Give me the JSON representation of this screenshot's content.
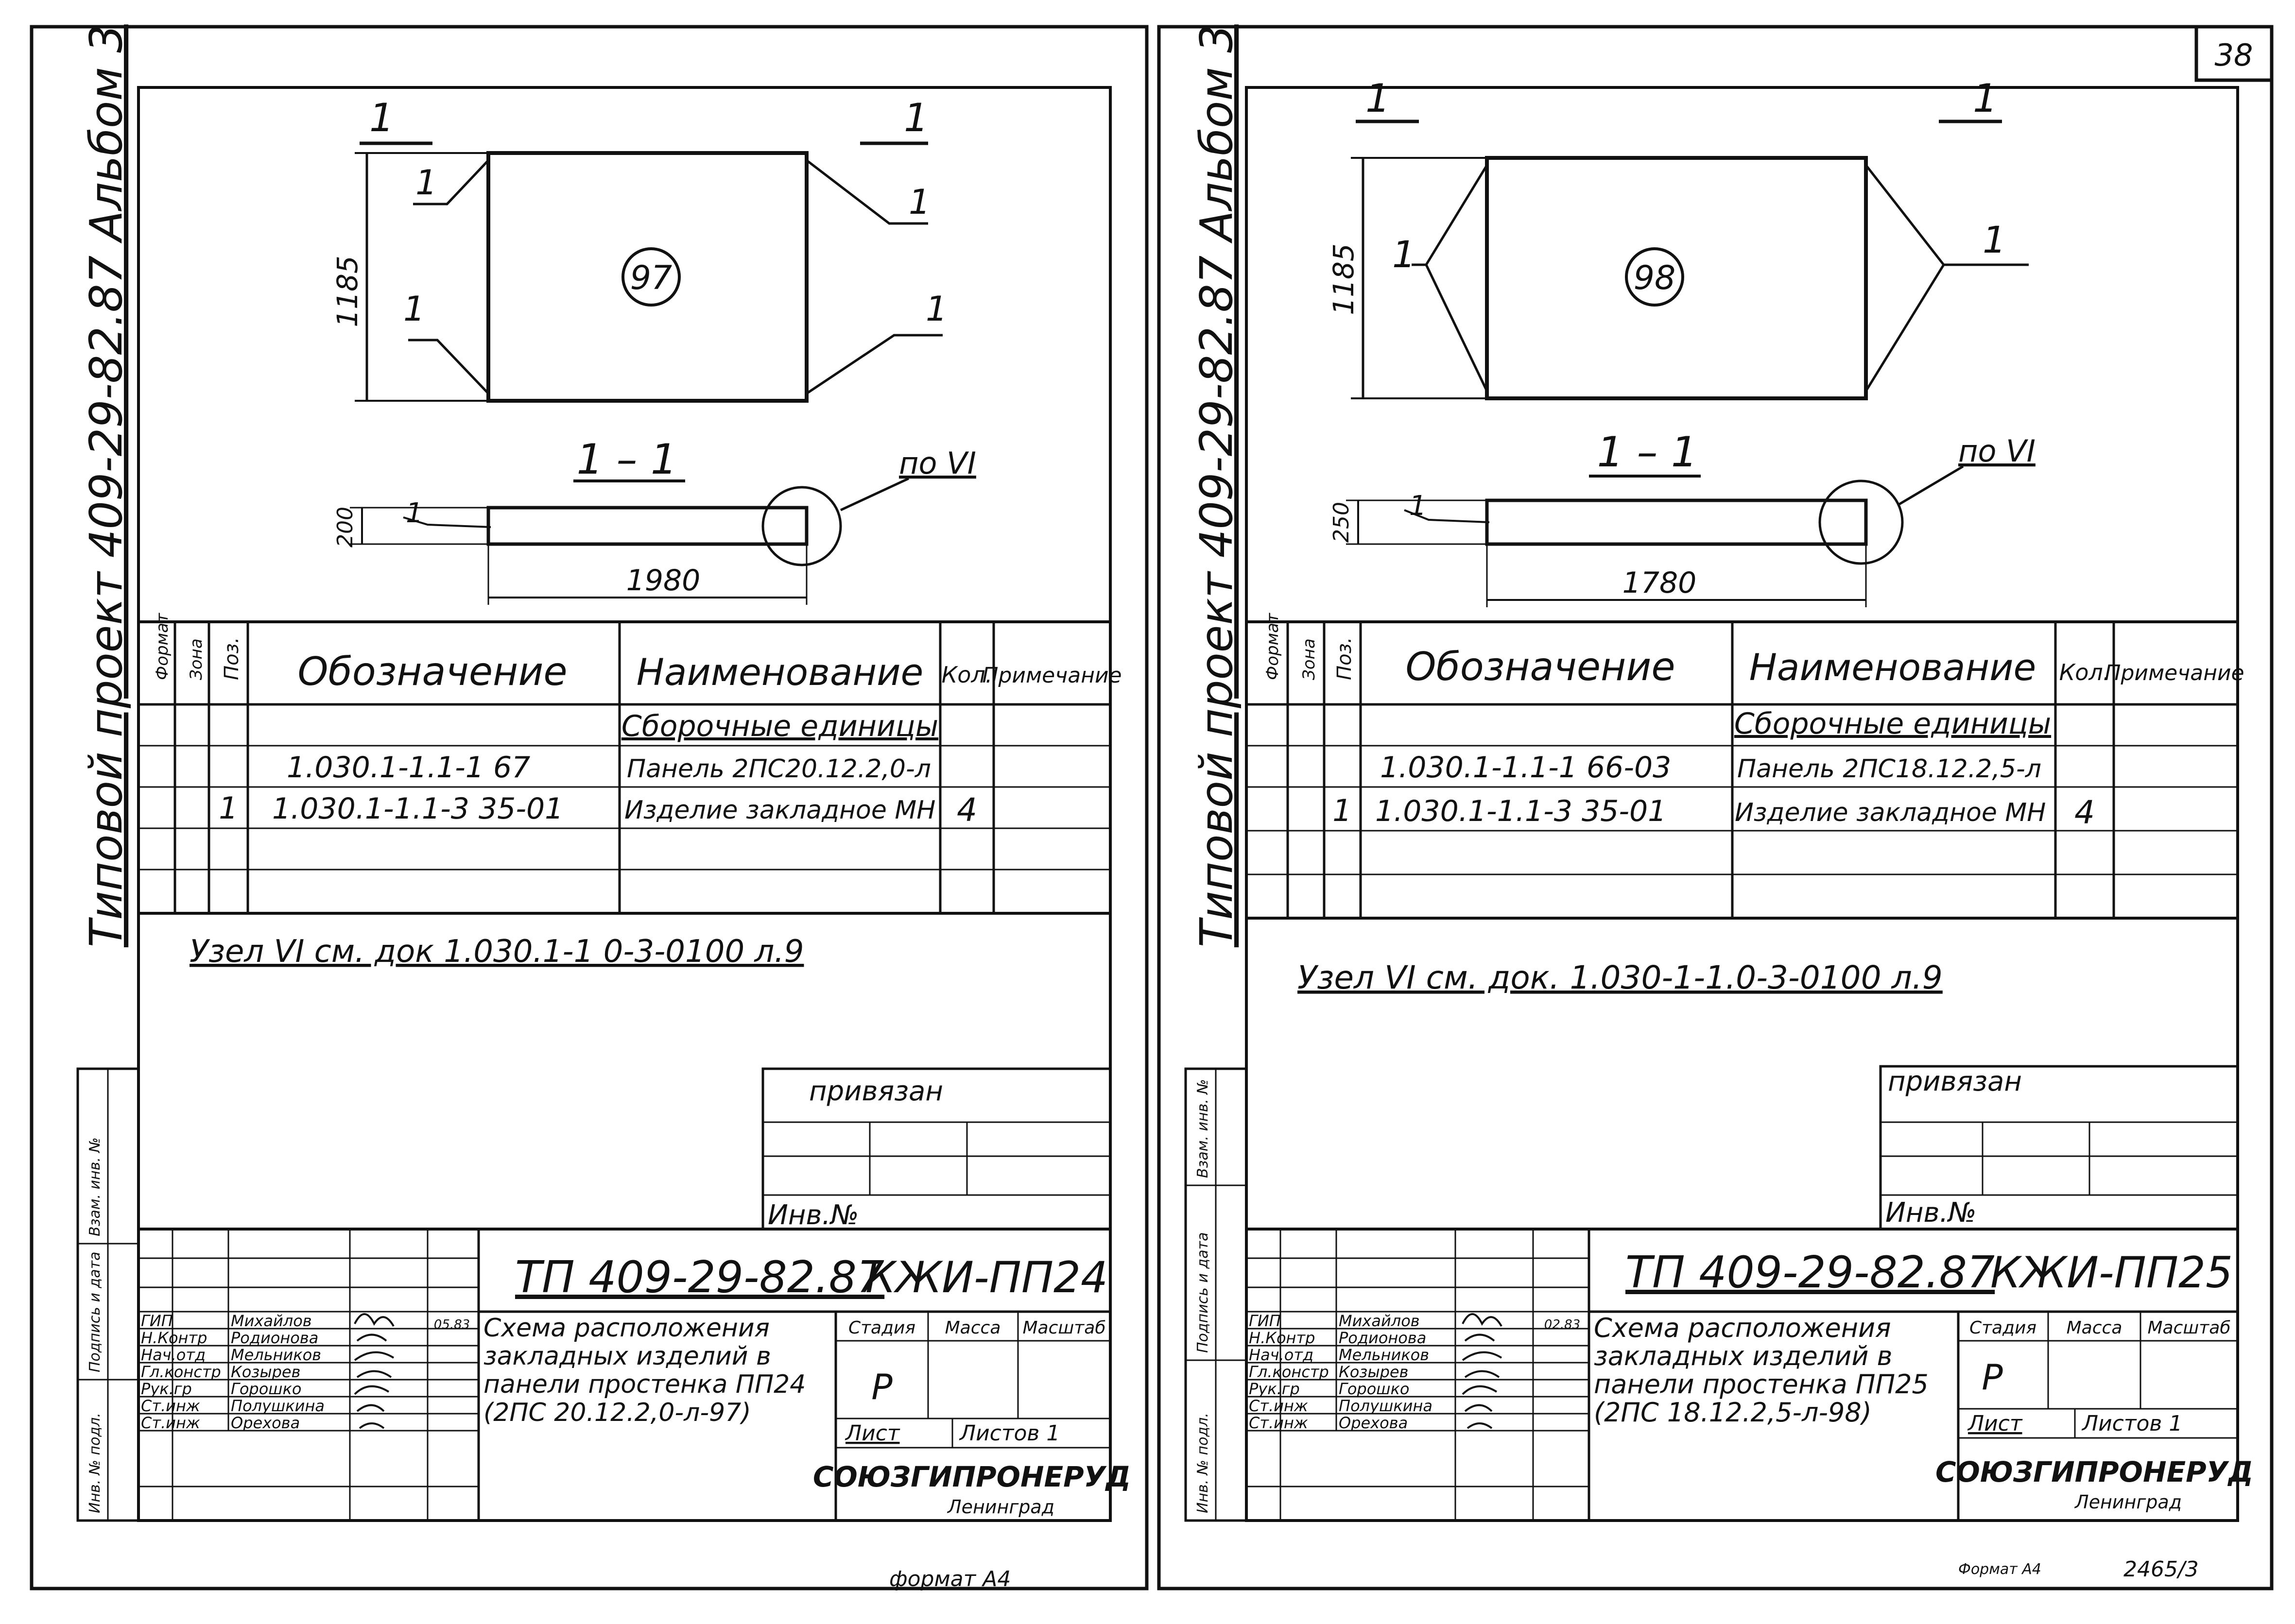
{
  "sheet_number": "38",
  "footer": {
    "format_left": "формат А4",
    "format_right": "Формат А4",
    "archive_number": "2465/3"
  },
  "sheets": [
    {
      "side_title": "Типовой проект 409-29-82.87 Альбом 3",
      "section_marks": [
        "1",
        "1"
      ],
      "panel_number": "97",
      "plan_dim_height": "1185",
      "callouts": [
        "1",
        "1",
        "1",
        "1"
      ],
      "section_title": "1 – 1",
      "node_ref": "по VI",
      "section_dim_height": "200",
      "section_dim_length": "1980",
      "section_callout": "1",
      "spec": {
        "headers": {
          "format": "Формат",
          "zone": "Зона",
          "pos": "Поз.",
          "designation": "Обозначение",
          "name": "Наименование",
          "qty": "Кол.",
          "note": "Примечание"
        },
        "group_title": "Сборочные единицы",
        "rows": [
          {
            "pos": "",
            "designation": "1.030.1-1.1-1 67",
            "name": "Панель 2ПС20.12.2,0-л",
            "qty": ""
          },
          {
            "pos": "1",
            "designation": "1.030.1-1.1-3 35-01",
            "name": "Изделие закладное МН",
            "qty": "4"
          }
        ]
      },
      "note": "Узел VI см. док 1.030.1-1 0-3-0100 л.9",
      "privyazan": "привязан",
      "inv_no": "Инв.№",
      "left_stamp": [
        "Инв. № подл.",
        "Подпись и дата",
        "Взам. инв. №"
      ],
      "title_block": {
        "code": "ТП 409-29-82.87",
        "mark": "КЖИ-ПП24",
        "title": "Схема расположения закладных изделий в панели простенка ПП24 (2ПС 20.12.2,0-л-97)",
        "stage_header": "Стадия",
        "mass_header": "Масса",
        "scale_header": "Масштаб",
        "stage": "Р",
        "sheet_label": "Лист",
        "sheets_label": "Листов 1",
        "org": "СОЮЗГИПРОНЕРУД",
        "city": "Ленинград",
        "date": "05.83",
        "roles": [
          "ГИП",
          "Н.Контр",
          "Нач.отд",
          "Гл.констр",
          "Рук.гр",
          "Ст.инж",
          "Ст.инж"
        ],
        "names": [
          "Михайлов",
          "Родионова",
          "Мельников",
          "Козырев",
          "Горошко",
          "Полушкина",
          "Орехова"
        ]
      }
    },
    {
      "side_title": "Типовой проект 409-29-82.87 Альбом 3",
      "section_marks": [
        "1",
        "1"
      ],
      "panel_number": "98",
      "plan_dim_height": "1185",
      "callouts": [
        "1",
        "1"
      ],
      "section_title": "1 – 1",
      "node_ref": "по VI",
      "section_dim_height": "250",
      "section_dim_length": "1780",
      "section_callout": "1",
      "spec": {
        "headers": {
          "format": "Формат",
          "zone": "Зона",
          "pos": "Поз.",
          "designation": "Обозначение",
          "name": "Наименование",
          "qty": "Кол.",
          "note": "Примечание"
        },
        "group_title": "Сборочные единицы",
        "rows": [
          {
            "pos": "",
            "designation": "1.030.1-1.1-1 66-03",
            "name": "Панель 2ПС18.12.2,5-л",
            "qty": ""
          },
          {
            "pos": "1",
            "designation": "1.030.1-1.1-3 35-01",
            "name": "Изделие закладное МН",
            "qty": "4"
          }
        ]
      },
      "note": "Узел VI см. док. 1.030-1-1.0-3-0100 л.9",
      "privyazan": "привязан",
      "inv_no": "Инв.№",
      "left_stamp": [
        "Инв. № подл.",
        "Подпись и дата",
        "Взам. инв. №"
      ],
      "title_block": {
        "code": "ТП 409-29-82.87",
        "mark": "КЖИ-ПП25",
        "title": "Схема расположения закладных изделий в панели простенка ПП25 (2ПС 18.12.2,5-л-98)",
        "stage_header": "Стадия",
        "mass_header": "Масса",
        "scale_header": "Масштаб",
        "stage": "Р",
        "sheet_label": "Лист",
        "sheets_label": "Листов 1",
        "org": "СОЮЗГИПРОНЕРУД",
        "city": "Ленинград",
        "date": "02.83",
        "roles": [
          "ГИП",
          "Н.Контр",
          "Нач.отд",
          "Гл.констр",
          "Рук.гр",
          "Ст.инж",
          "Ст.инж"
        ],
        "names": [
          "Михайлов",
          "Родионова",
          "Мельников",
          "Козырев",
          "Горошко",
          "Полушкина",
          "Орехова"
        ]
      }
    }
  ]
}
